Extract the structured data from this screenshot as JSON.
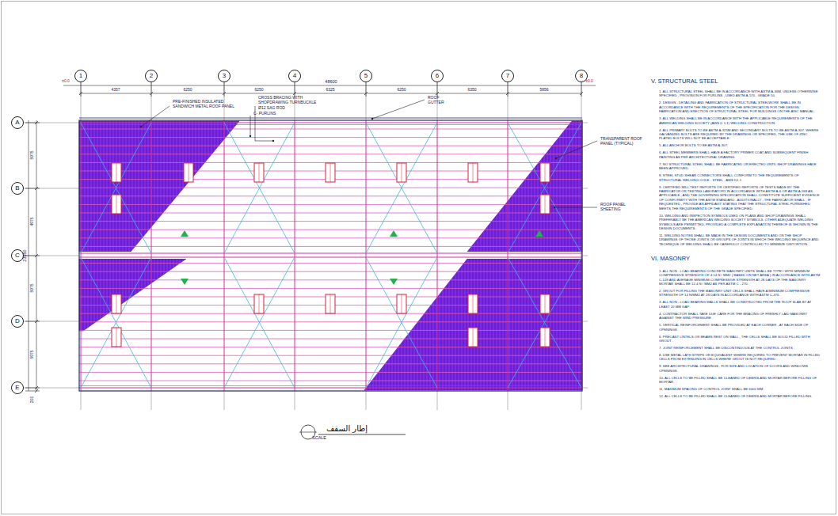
{
  "diagram": {
    "title": "إطار السقف",
    "nodes": [
      {
        "text": [
          "1"
        ]
      },
      {
        "text": [
          "2"
        ]
      },
      {
        "text": [
          "3"
        ]
      },
      {
        "text": [
          "4"
        ]
      },
      {
        "text": [
          "5"
        ]
      },
      {
        "text": [
          "6"
        ]
      },
      {
        "text": [
          "7"
        ]
      },
      {
        "text": [
          "8"
        ]
      },
      {
        "text": [
          "A"
        ]
      },
      {
        "text": [
          "B"
        ]
      },
      {
        "text": [
          "C"
        ]
      },
      {
        "text": [
          "D"
        ]
      },
      {
        "text": [
          "E"
        ]
      }
    ],
    "labels": [
      "±0.0",
      "±0.0",
      "48600",
      "4357",
      "6250",
      "6250",
      "6325",
      "6250",
      "6350",
      "5856",
      "23950",
      "5975",
      "4975",
      "5975",
      "5975",
      "200",
      "PRE-FINISHED INSULATED SANDWICH METAL ROOF PANEL",
      "CROSS BRACING WITH SHOPDRAWING TURNBUCKLE",
      "Ø12 SAG ROD",
      "C- PURLINS",
      "ROOF GUTTER",
      "TRANSPARENT ROOF PANEL (TYPICAL)",
      "ROOF PANEL SHEETING",
      "SCALE",
      "V.  STRUCTURAL  STEEL",
      "1.  ALL STRUCTURAL STEEL SHALL BE IN ACCORDANCE WITH ASTM A-36M, UNLESS OTHERWISE SPECIFIED , PROVISION FOR PURLINS , USED ASTM A-570 , GRADE 50 .",
      "2.  DESIGN , DETAILING AND FABRICATION OF STRUCTURAL STEELWORK SHALL BE IN ACCORDANCE WITH THE REQUIREMENTS OF THE SPECIFICATION FOR THE DESIGN, FABRICATION AND ERECTION OF STRUCTURAL STEEL FOR BUILDINGS ON THE AISC MANUAL.",
      "3.  ALL WELDING SHALL BE IN ACCORDANCE WITH THE APPLICABLE REQUIREMENTS OF THE AMERICAN WELDING SOCIETY (AWS D 1.1) WELDING CONSTRUCTION.",
      "4.  ALL PRIMARY BOLTS TO BE ASTM A-325M AND SECONDARY BOLTS TO BE ASTM A-307. WHERE GALVANIZED BOLTS ARE REQUIRED BY THE DRAWINGS OR SPECIFIED, THE USE OF ZINC PLATED BOLTS WILL NOT BE ACCEPTABLE.",
      "5.  ALL ANCHOR BOLTS TO BE ASTM A-307.",
      "6.  ALL STEEL MEMBERS SHALL HAVE A FACTORY PRIMER COAT AND SUBSEQUENT FINISH PAINTING AS PER ARCHITECTURAL DRAWING.",
      "7.  NO STRUCTURAL STEEL SHALL BE FABRICATED OR ERECTED UNTIL SHOP DRAWINGS HAVE BEEN APPROVED.",
      "8.  STEEL STUD SHEAR CONNECTORS SHALL CONFORM TO THE REQUIREMENTS OF STRUCTURAL WELDING CODE - STEEL , AWS D1.1 .",
      "9.  CERTIFIED MILL TEST REPORTS OR CERTIFIED REPORTS OF TESTS MADE BY THE FABRICATOR OR TESTING LABORATORY IN ACCORDANCE WITH ASTM A-6 OR ASTM A-568 AS APPLICABLE , AND THE GOVERNING SPECIFICATION SHALL CONSTITUTE SUFFICIENT EVIDENCE OF CONFORMITY WITH THE ASTM STANDARD . ADDITIONALLY , THE FABRICATOR SHALL , IF REQUESTED , PROVIDE AN AFFIDAVIT STATING THAT THE STRUCTURAL STEEL FURNISHED MEETS THE REQUIREMENTS OF THE GRADE SPECIFIED.",
      "10.  WELDING AND INSPECTION SYMBOLS USED ON PLANS AND SHOP DRAWINGS SHALL PREFERABLY BE THE AMERICAN WELDING SOCIETY SYMBOLS. OTHER ADEQUATE WELDING SYMBOLS ARE PERMITTED, PROVIDED A COMPLETE EXPLANATION THEREOF IS SHOWN IN THE DESIGN DOCUMENTS.",
      "11.  WELDING NOTES SHALL BE MADE IN THE DESIGN DOCUMENTS AND ON THE SHOP DRAWINGS OF THOSE JOINTS OR GROUPS OF JOINTS IN WHICH THE WELDING SEQUENCE AND TECHNIQUE OF WELDING SHALL BE CAREFULLY CONTROLLED TO MINIMIZE DISTORTION.",
      "VI.  MASONRY",
      "1.  ALL NON - LOAD BEARING CONCRETE MASONRY UNITS SHALL BE TYPE I WITH MINIMUM COMPRESSIVE STRENGTH OF 4.14 N / MM2 ( BASED ON NET AREA ) IN ACCORDANCE WITH ASTM C-129 AND AVERAGE MINIMUM COMPRESSIVE STRENGTH AT 28 DAYS OF THE MASONRY MORTAR SHALL BE 12.4 N / MM2 AS PER ASTM C - 270 .",
      "2.  GROUT FOR FILLING THE MASONRY UNIT CELLS SHALL HAVE A MINIMUM COMPRESSIVE STRENGTH OF 14 N/MM2 AT 28 DAYS IN ACCORDANCE WITH ASTM C-476 .",
      "3.  ALL NON - LOAD BEARING WALLS SHALL BE CONSTRUCTED FROM THE ROOF SLAB BY AT LEAST 20 MM GAP .",
      "4.  CONTRACTOR SHALL TAKE DUE CARE FOR THE BRACING OF FRESHLY LAID MASONRY AGAINST THE WIND PRESSURE .",
      "5.  VERTICAL REINFORCEMENT SHALL BE PROVIDED AT EACH CORNER , AT EACH SIDE OF OPENINGS .",
      "6.  PRECAST LINTELS OR BEAMS REST ON WALL , THE CELLS SHALL BE SOLID FILLED WITH GROUT .",
      "7.  JOINT REINFORCEMENT SHALL BE DISCONTINUOUS AT THE CONTROL JOINTS .",
      "8.  USE METAL LATH STRIPS OR EQUIVALENT WHERE REQUIRED TO PREVENT MORTAR IN FILLED CELLS FROM EXTENDING IN CELLS WHERE GROUT IS NOT REQUIRED .",
      "9.  SEE ARCHITECTURAL DRAWINGS , FOR SIZE AND LOCATION OF DOORS AND WINDOWS OPENINGS .",
      "10.  ALL CELLS TO BE FILLED SHALL BE CLEANED OF DEBRIS AND MORTAR BEFORE FILLING OF MORTAR.",
      "11.  MAXIMUM SPACING OF CONTROL JOINT SHALL BE 6000 MM .",
      "12.  ALL CELLS TO BE FILLED SHALL BE CLEANED OF DEBRIS AND MORTAR BEFORE FILLING."
    ]
  }
}
